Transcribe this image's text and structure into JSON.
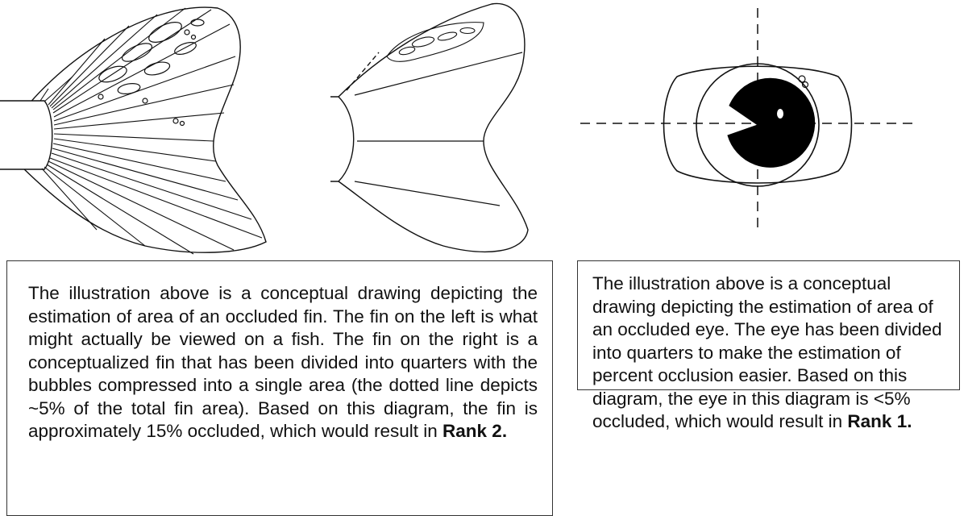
{
  "fin_caption": {
    "text": "The illustration above is a conceptual drawing depicting the estimation of area of an occluded fin. The fin on the left is what might actually be viewed on a fish.  The fin on the right is a conceptualized fin that has been divided into quarters with the bubbles compressed into a single area (the dotted line depicts ~5% of the total fin area).  Based on this diagram, the fin is approximately 15% occluded, which would result in ",
    "rank": "Rank 2."
  },
  "eye_caption": {
    "text": "The illustration above is a conceptual drawing depicting the estimation of area of an occluded eye.  The eye has been divided into quarters to make the estimation of percent occlusion easier.  Based on this diagram, the eye in this diagram is <5% occluded, which would result in ",
    "rank": "Rank 1."
  },
  "colors": {
    "ink": "#111111",
    "box_border": "#333333",
    "background": "#ffffff"
  }
}
